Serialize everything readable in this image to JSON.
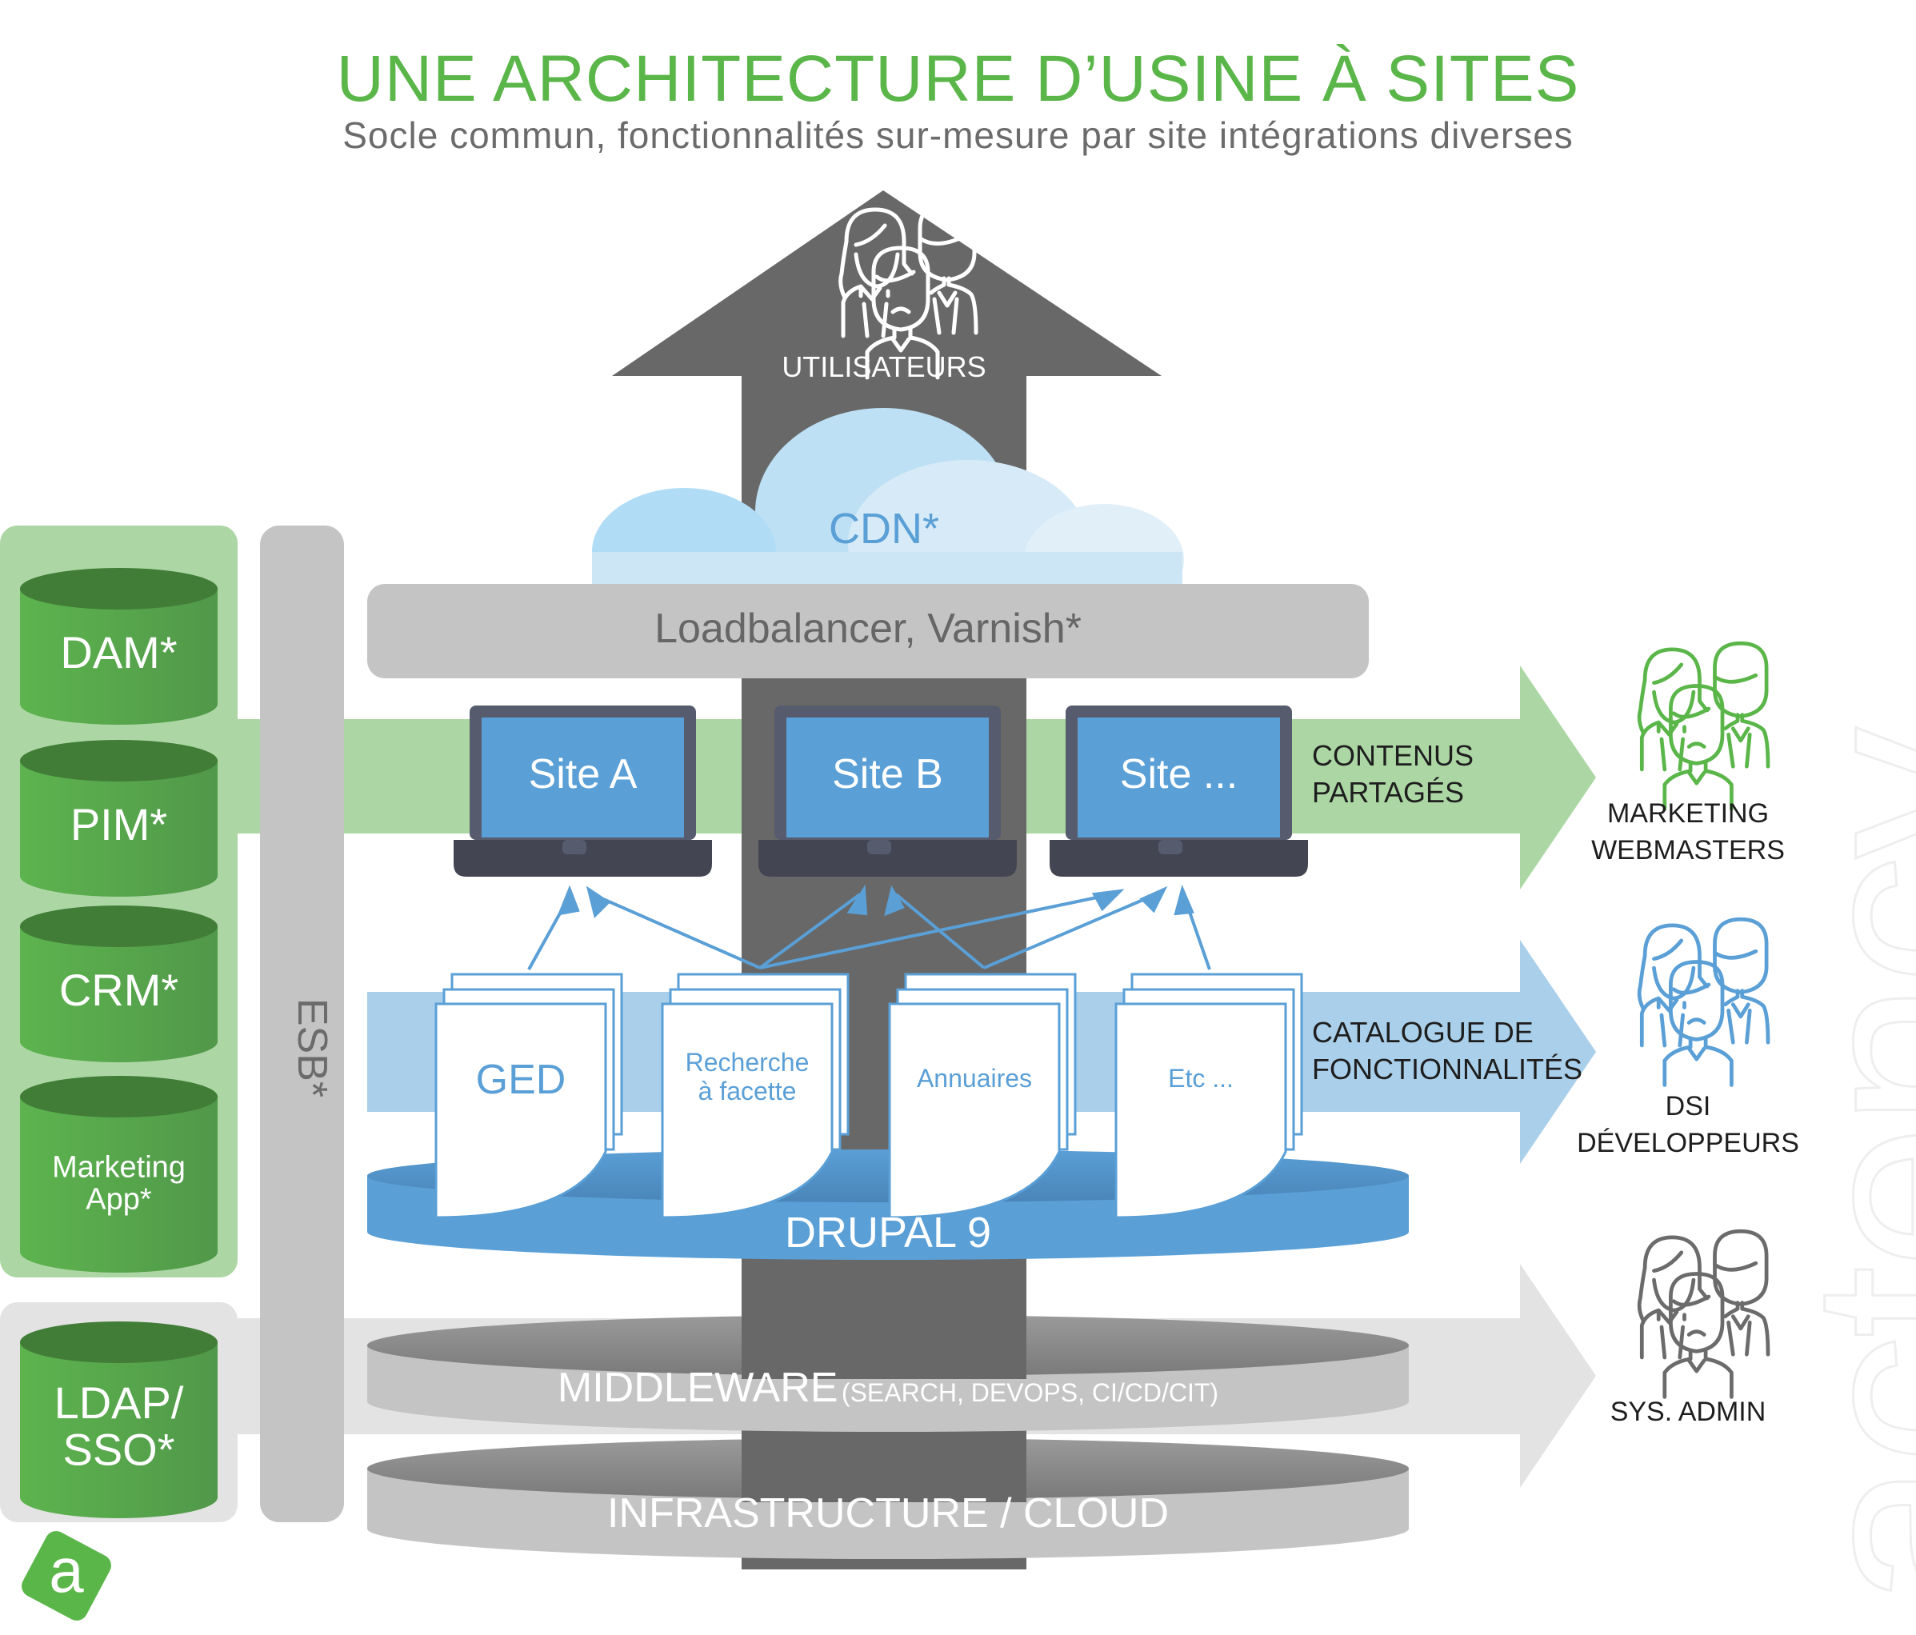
{
  "header": {
    "title": "UNE ARCHITECTURE D’USINE À SITES",
    "subtitle": "Socle commun, fonctionnalités sur-mesure par site intégrations diverses"
  },
  "colors": {
    "title_green": "#5bb64a",
    "arrow_gray": "#686868",
    "site_blue": "#5a9fd6",
    "band_green": "#acd7a4",
    "band_blue": "#aacfea",
    "band_gray": "#e3e3e3",
    "db_green": "#56a84a",
    "laptop_frame": "#565b6e"
  },
  "main_arrow": {
    "label": "UTILISATEURS",
    "icon": "users-group-icon"
  },
  "cdn": {
    "label": "CDN*"
  },
  "loadbalancer": {
    "label": "Loadbalancer, Varnish*"
  },
  "sites": [
    {
      "label": "Site A"
    },
    {
      "label": "Site B"
    },
    {
      "label": "Site ..."
    }
  ],
  "features": [
    {
      "label": "GED"
    },
    {
      "label": "Recherche à facette",
      "lines": [
        "Recherche",
        "à facette"
      ]
    },
    {
      "label": "Annuaires"
    },
    {
      "label": "Etc ..."
    }
  ],
  "drupal": {
    "label": "DRUPAL 9"
  },
  "middleware": {
    "label": "MIDDLEWARE",
    "detail": "(SEARCH, DEVOPS, CI/CD/CIT)"
  },
  "infrastructure": {
    "label": "INFRASTRUCTURE / CLOUD"
  },
  "bands": [
    {
      "id": "content",
      "label_lines": [
        "CONTENUS",
        "PARTAGÉS"
      ],
      "persona_lines": [
        "MARKETING",
        "WEBMASTERS"
      ],
      "persona_icon": "users-group-icon"
    },
    {
      "id": "catalog",
      "label_lines": [
        "CATALOGUE DE",
        "FONCTIONNALITÉS"
      ],
      "persona_lines": [
        "DSI",
        "DÉVELOPPEURS"
      ],
      "persona_icon": "users-group-icon"
    },
    {
      "id": "infra",
      "label_lines": [],
      "persona_lines": [
        "SYS. ADMIN"
      ],
      "persona_icon": "users-group-icon"
    }
  ],
  "left_systems": [
    {
      "label": "DAM*"
    },
    {
      "label": "PIM*"
    },
    {
      "label": "CRM*"
    },
    {
      "label": "Marketing App*",
      "lines": [
        "Marketing",
        "App*"
      ]
    }
  ],
  "identity_system": {
    "label": "LDAP/ SSO*",
    "lines": [
      "LDAP/",
      "SSO*"
    ]
  },
  "esb": {
    "label": "ESB*"
  },
  "brand": {
    "logo_letter": "a",
    "watermark": "actency"
  }
}
